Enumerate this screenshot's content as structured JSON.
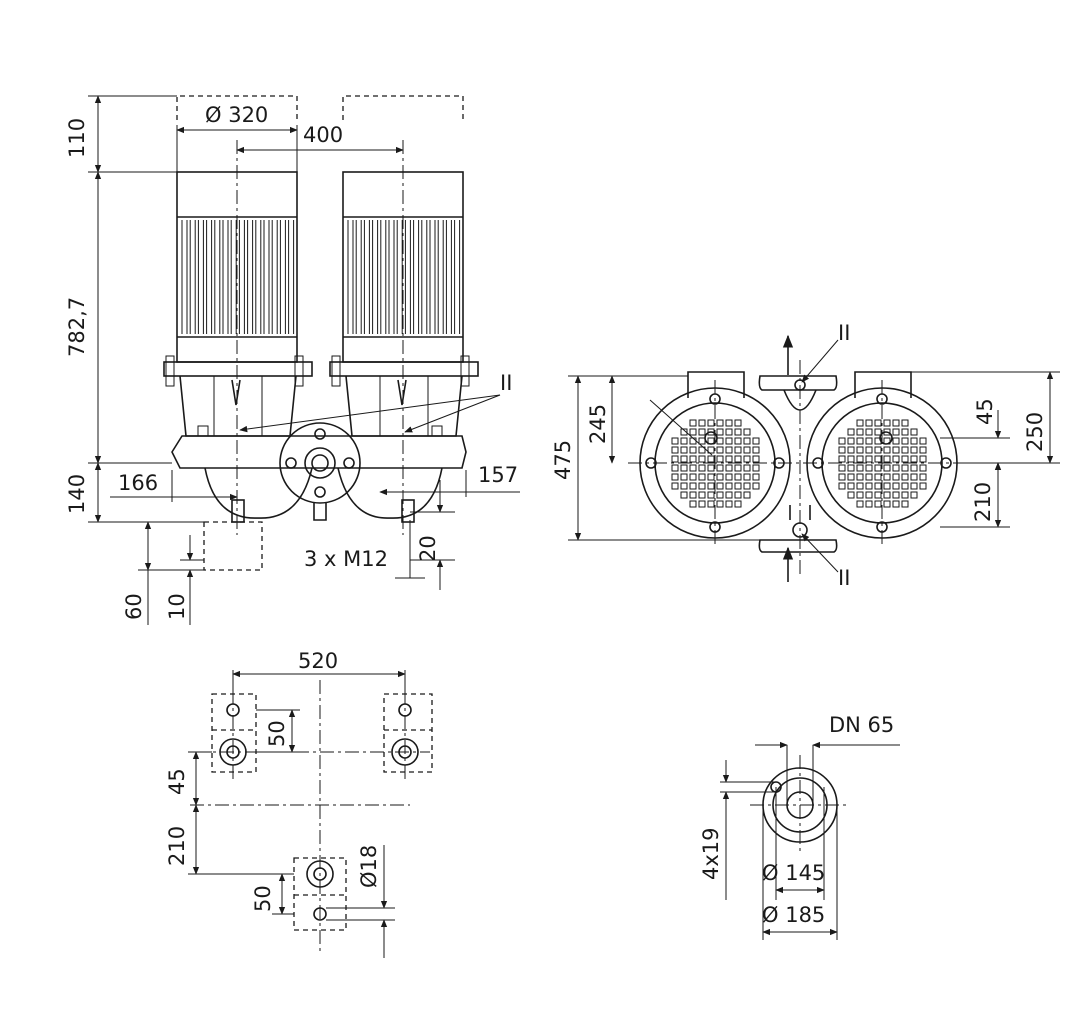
{
  "labels": {
    "front_dia_320": "Ø 320",
    "front_400": "400",
    "front_110": "110",
    "front_782": "782,7",
    "front_140": "140",
    "front_166": "166",
    "front_157": "157",
    "front_m12": "3 x M12",
    "front_20": "20",
    "front_60": "60",
    "front_10": "10",
    "front_II": "II",
    "top_II_upper": "II",
    "top_II_lower": "II",
    "top_475": "475",
    "top_245": "245",
    "top_45": "45",
    "top_250": "250",
    "top_210": "210",
    "base_520": "520",
    "base_50_top": "50",
    "base_45": "45",
    "base_210": "210",
    "base_d18": "Ø18",
    "base_50_bottom": "50",
    "flange_dn65": "DN 65",
    "flange_4x19": "4x19",
    "flange_d145": "Ø 145",
    "flange_d185": "Ø 185"
  }
}
